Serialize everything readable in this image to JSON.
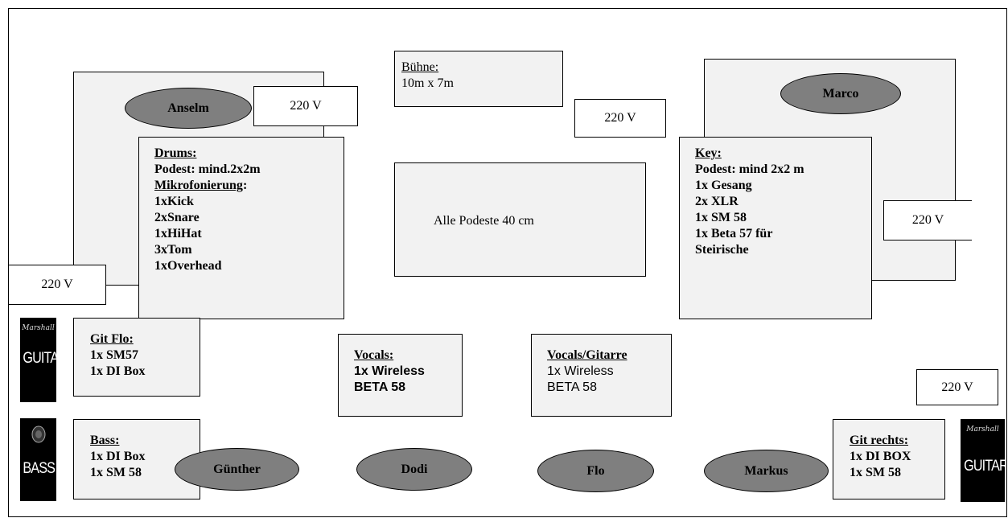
{
  "stage": {
    "label": "Bühne:",
    "size": "10m x 7m"
  },
  "center_note": "Alle Podeste 40 cm",
  "power": {
    "anselm": "220 V",
    "top_center": "220 V",
    "right_key": "220 V",
    "left_drums": "220 V",
    "bottom_right": "220 V"
  },
  "drums": {
    "title": "Drums:",
    "podest": "Podest: mind.2x2m",
    "mic_title": "Mikrofonierung",
    "mic_colon": ":",
    "items": [
      "1xKick",
      "2xSnare",
      "1xHiHat",
      "3xTom",
      "1xOverhead"
    ]
  },
  "key": {
    "title": "Key:",
    "lines": [
      "Podest: mind 2x2 m",
      "1x Gesang",
      "2x XLR",
      "1x SM 58",
      "1x Beta 57 für",
      "Steirische"
    ]
  },
  "git_flo": {
    "title": "Git Flo:",
    "lines": [
      "1x SM57",
      "1x DI Box"
    ]
  },
  "bass": {
    "title": "Bass:",
    "lines": [
      "1x DI Box",
      "1x SM 58"
    ]
  },
  "vocals": {
    "title": "Vocals:",
    "lines": [
      "1x Wireless",
      "BETA 58"
    ]
  },
  "vocals_gitarre": {
    "title": "Vocals/Gitarre",
    "lines": [
      "1x Wireless",
      "BETA 58"
    ]
  },
  "git_rechts": {
    "title": "Git rechts:",
    "lines": [
      "1x DI BOX",
      "1x SM 58"
    ]
  },
  "people": {
    "anselm": "Anselm",
    "marco": "Marco",
    "guenther": "Günther",
    "dodi": "Dodi",
    "flo": "Flo",
    "markus": "Markus"
  },
  "amps": {
    "left_guitar": {
      "brand": "Marshall",
      "label": "GUITAR"
    },
    "left_bass": {
      "label": "BASS"
    },
    "right_guitar": {
      "brand": "Marshall",
      "label": "GUITAR"
    }
  },
  "colors": {
    "box_fill": "#f2f2f2",
    "ellipse_fill": "#7f7f7f",
    "amp_fill": "#000000"
  }
}
